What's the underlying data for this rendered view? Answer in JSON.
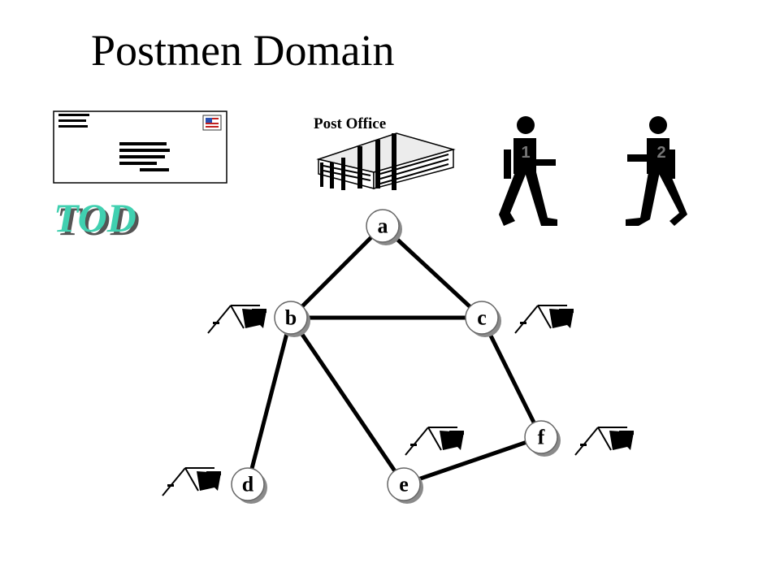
{
  "title": "Postmen Domain",
  "post_office": {
    "label": "Post Office"
  },
  "tod": {
    "label": "TOD"
  },
  "postmen": [
    {
      "number": "1"
    },
    {
      "number": "2"
    }
  ],
  "graph": {
    "nodes": [
      {
        "id": "a",
        "label": "a",
        "has_mailbox": false
      },
      {
        "id": "b",
        "label": "b",
        "has_mailbox": true
      },
      {
        "id": "c",
        "label": "c",
        "has_mailbox": true
      },
      {
        "id": "d",
        "label": "d",
        "has_mailbox": true
      },
      {
        "id": "e",
        "label": "e",
        "has_mailbox": true
      },
      {
        "id": "f",
        "label": "f",
        "has_mailbox": true
      }
    ],
    "edges": [
      [
        "a",
        "b"
      ],
      [
        "a",
        "c"
      ],
      [
        "b",
        "c"
      ],
      [
        "b",
        "d"
      ],
      [
        "b",
        "e"
      ],
      [
        "c",
        "f"
      ],
      [
        "e",
        "f"
      ]
    ]
  },
  "colors": {
    "tod": "#40d0b0",
    "ink": "#000000",
    "node_shadow": "#8a8a8a"
  }
}
